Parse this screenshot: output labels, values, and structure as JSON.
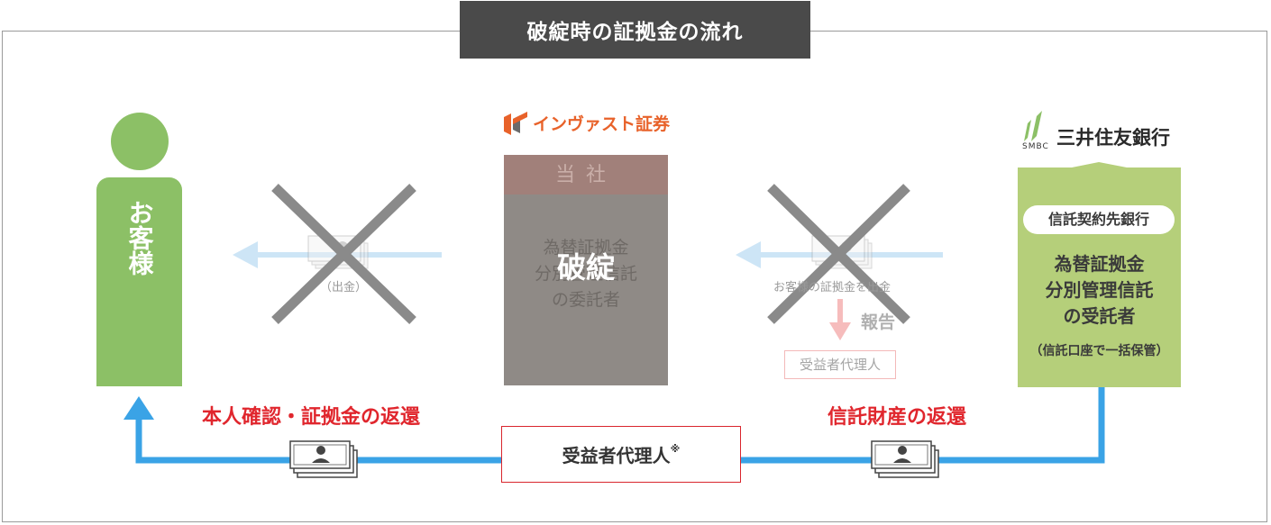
{
  "title": "破綻時の証拠金の流れ",
  "customer": {
    "label": "お客様"
  },
  "company": {
    "brand": "インヴァスト証券",
    "header": "当社",
    "desc_lines": [
      "為替証拠金",
      "分別管理信託",
      "の委託者"
    ],
    "status": "破綻"
  },
  "bank": {
    "logo_text": "SMBC",
    "name": "三井住友銀行",
    "badge": "信託契約先銀行",
    "desc_lines": [
      "為替証拠金",
      "分別管理信託",
      "の受託者"
    ],
    "note": "（信託口座で一括保管）"
  },
  "flows": {
    "withdraw_label": "（出金）",
    "customer_withdraw_label": "お客様の証拠金を出金",
    "report_label": "報告",
    "faded_proxy": "受益者代理人",
    "return_to_customer": "本人確認・証拠金の返還",
    "trust_return": "信託財産の返還",
    "proxy_label": "受益者代理人",
    "proxy_mark": "※"
  },
  "colors": {
    "green": "#8cc066",
    "bank_green": "#b5cf7a",
    "blue": "#3aa3e6",
    "red": "#e0262d",
    "orange": "#e8622a",
    "dark": "#4a4a4a"
  },
  "icons": [
    "banknote-stack-icon",
    "x-mark-icon",
    "arrow-up-icon",
    "arrow-left-icon",
    "arrow-down-icon",
    "invast-logo-icon",
    "smbc-logo-icon"
  ]
}
